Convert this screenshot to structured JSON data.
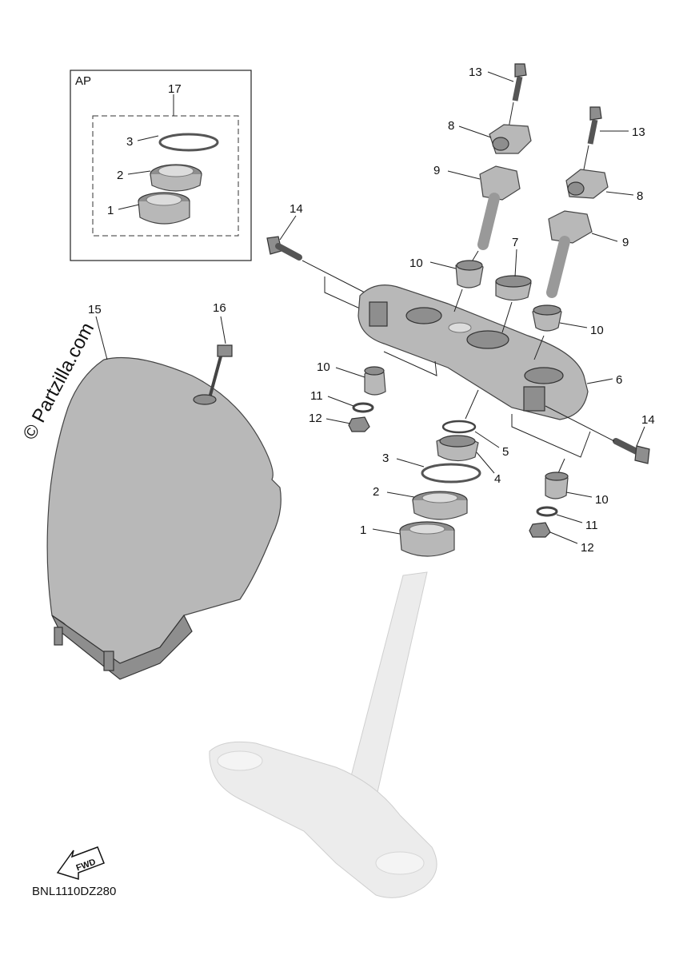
{
  "inset": {
    "label": "AP",
    "group_number": "17"
  },
  "watermark": "© Partzilla.com",
  "fwd_badge": "FWD",
  "diagram_code": "BNL1110DZ280",
  "callouts": {
    "c1": "1",
    "c2": "2",
    "c3": "3",
    "c4": "4",
    "c5": "5",
    "c6": "6",
    "c7": "7",
    "c8": "8",
    "c9": "9",
    "c10": "10",
    "c11": "11",
    "c12": "12",
    "c13": "13",
    "c14": "14",
    "c15": "15",
    "c16": "16",
    "c17": "17"
  },
  "colors": {
    "line": "#222222",
    "part": "#b8b8b8",
    "ghost": "#ececec"
  }
}
